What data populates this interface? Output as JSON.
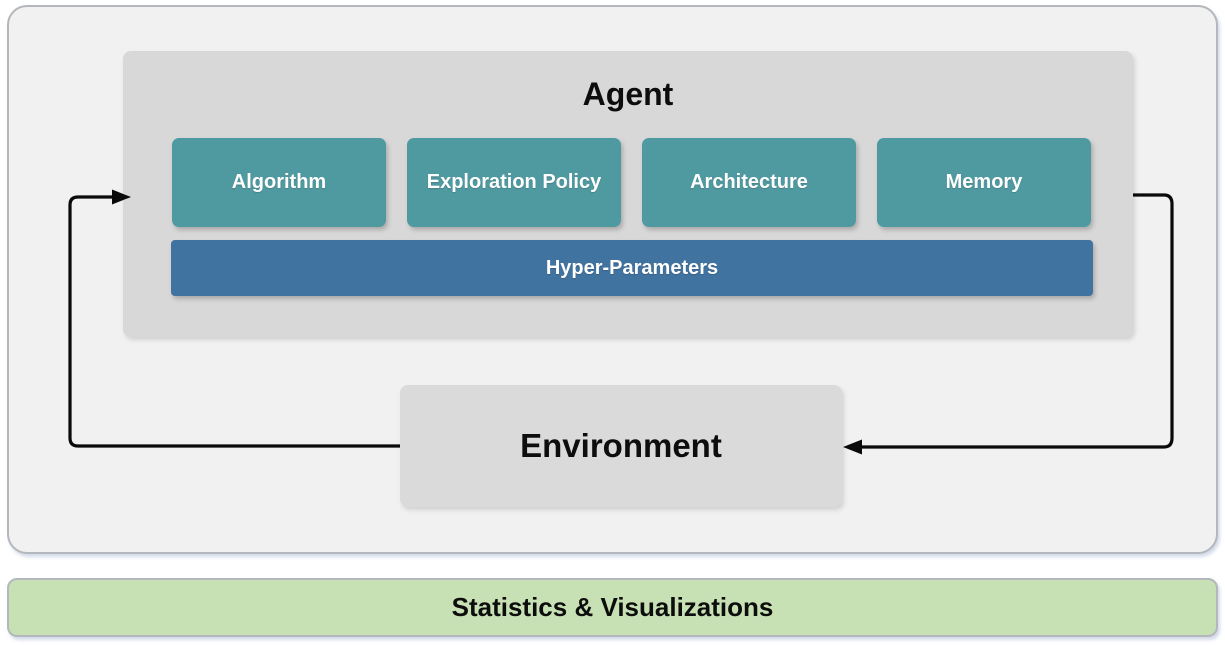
{
  "diagram": {
    "agent": {
      "title": "Agent",
      "components": [
        {
          "label": "Algorithm"
        },
        {
          "label": "Exploration Policy"
        },
        {
          "label": "Architecture"
        },
        {
          "label": "Memory"
        }
      ],
      "hyper_parameters_label": "Hyper-Parameters"
    },
    "environment_label": "Environment",
    "footer_label": "Statistics & Visualizations",
    "arrows": [
      {
        "name": "environment-to-agent",
        "direction": "from Environment left side up into Agent left edge"
      },
      {
        "name": "agent-to-environment",
        "direction": "from Agent right edge down into Environment right edge"
      }
    ],
    "colors": {
      "component_teal": "#4f9aa1",
      "hyper_parameters_blue": "#4173a0",
      "agent_panel_gray": "#d8d8d8",
      "environment_gray": "#dadada",
      "outer_panel_gray": "#f1f1f2",
      "panel_border_gray": "#b4b7bb",
      "footer_green": "#c7e1b5",
      "arrow_black": "#0a0a0a",
      "box_text_white": "#ffffff",
      "title_text_black": "#0d0d0d"
    }
  }
}
